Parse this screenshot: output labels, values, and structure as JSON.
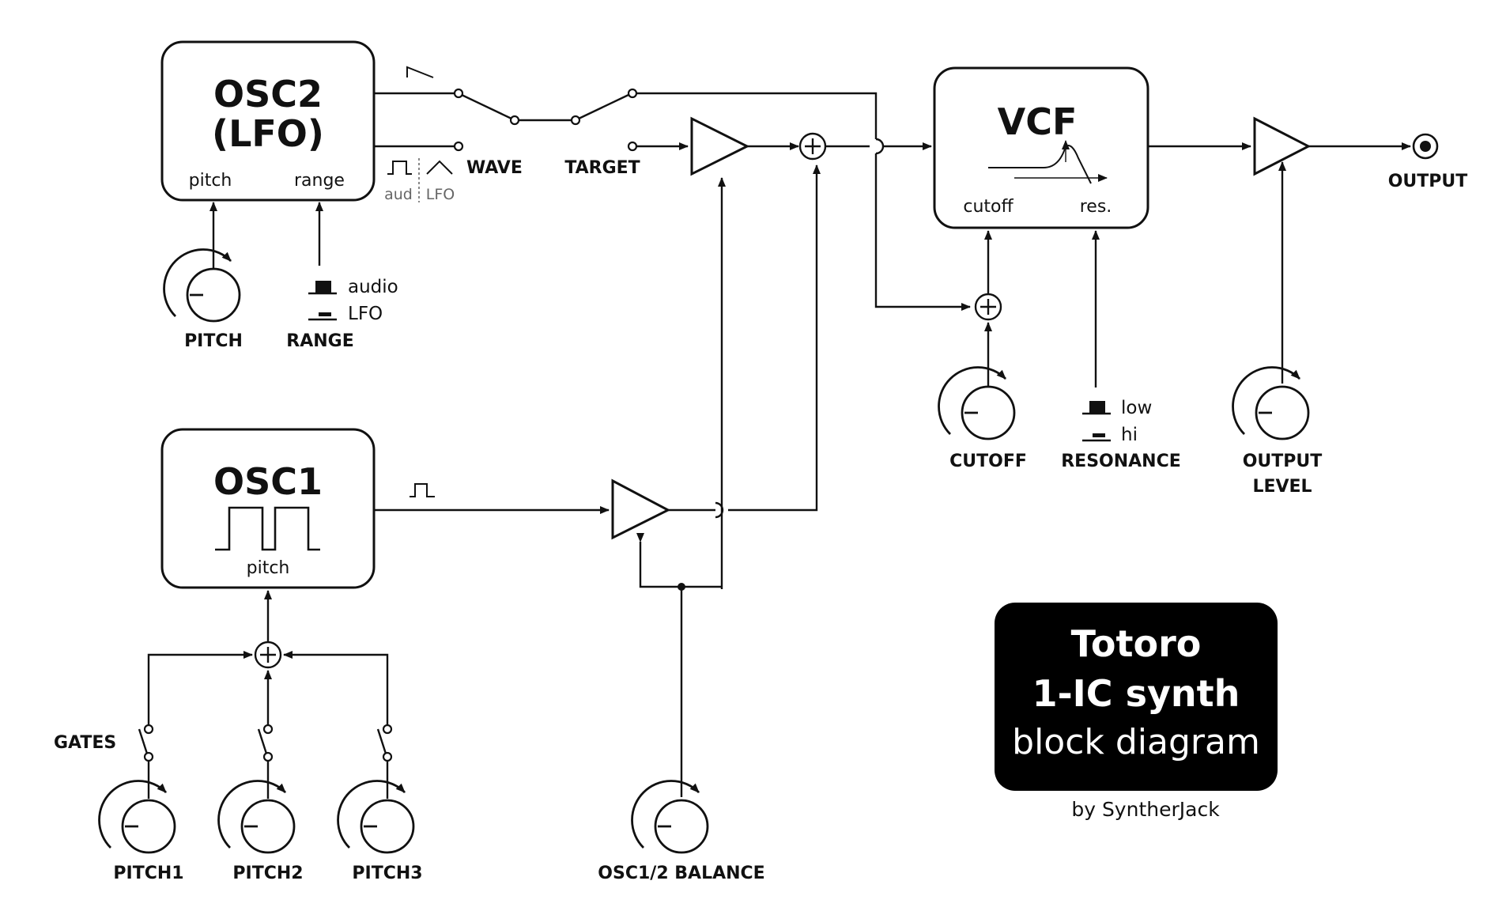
{
  "blocks": {
    "osc2": {
      "title_line1": "OSC2",
      "title_line2": "(LFO)",
      "port_pitch": "pitch",
      "port_range": "range"
    },
    "osc1": {
      "title": "OSC1",
      "port_pitch": "pitch"
    },
    "vcf": {
      "title": "VCF",
      "port_cutoff": "cutoff",
      "port_res": "res."
    }
  },
  "controls": {
    "pitch": "PITCH",
    "range": "RANGE",
    "range_options": [
      "audio",
      "LFO"
    ],
    "wave": "WAVE",
    "wave_options": [
      "aud",
      "LFO"
    ],
    "target": "TARGET",
    "cutoff": "CUTOFF",
    "resonance": "RESONANCE",
    "resonance_options": [
      "low",
      "hi"
    ],
    "output_level_line1": "OUTPUT",
    "output_level_line2": "LEVEL",
    "output": "OUTPUT",
    "gates": "GATES",
    "pitch1": "PITCH1",
    "pitch2": "PITCH2",
    "pitch3": "PITCH3",
    "balance": "OSC1/2 BALANCE"
  },
  "title_card": {
    "line1": "Totoro",
    "line2": "1-IC synth",
    "line3": "block diagram",
    "author": "by SyntherJack"
  }
}
